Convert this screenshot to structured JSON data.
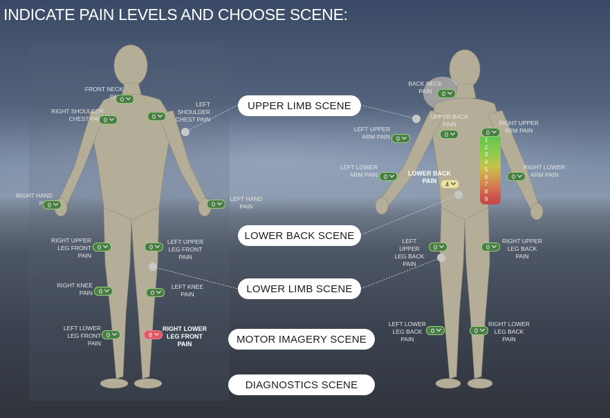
{
  "title": "INDICATE PAIN LEVELS AND CHOOSE SCENE:",
  "scene_buttons": {
    "upper_limb": "UPPER LIMB SCENE",
    "lower_back": "LOWER BACK SCENE",
    "lower_limb": "LOWER LIMB SCENE",
    "motor_imagery": "MOTOR IMAGERY SCENE",
    "diagnostics": "DIAGNOSTICS SCENE"
  },
  "front": {
    "front_neck": {
      "label1": "FRONT NECK",
      "label2": "PAIN",
      "value": "0"
    },
    "right_shoulder_chest": {
      "label1": "RIGHT SHOULDER",
      "label2": "CHEST PAIN",
      "value": "0"
    },
    "left_shoulder_chest": {
      "label1": "LEFT SHOULDER",
      "label2": "CHEST PAIN",
      "value": "0"
    },
    "right_hand": {
      "label1": "RIGHT HAND",
      "label2": "PAIN",
      "value": "0"
    },
    "left_hand": {
      "label1": "LEFT HAND",
      "label2": "PAIN",
      "value": "0"
    },
    "right_upper_leg_front": {
      "label1": "RIGHT UPPER",
      "label2": "LEG FRONT",
      "label3": "PAIN",
      "value": "0"
    },
    "left_upper_leg_front": {
      "label1": "LEFT UPPER",
      "label2": "LEG FRONT",
      "label3": "PAIN",
      "value": "0"
    },
    "right_knee": {
      "label1": "RIGHT KNEE",
      "label2": "PAIN",
      "value": "0"
    },
    "left_knee": {
      "label1": "LEFT KNEE",
      "label2": "PAIN",
      "value": "0"
    },
    "left_lower_leg_front": {
      "label1": "LEFT LOWER",
      "label2": "LEG FRONT",
      "label3": "PAIN",
      "value": "0"
    },
    "right_lower_leg_front": {
      "label1": "RIGHT LOWER",
      "label2": "LEG FRONT",
      "label3": "PAIN",
      "value": "8"
    }
  },
  "back": {
    "back_neck": {
      "label1": "BACK NECK",
      "label2": "PAIN",
      "value": "0"
    },
    "upper_back": {
      "label1": "UPPER BACK",
      "label2": "PAIN",
      "value": "0"
    },
    "left_upper_arm": {
      "label1": "LEFT  UPPER",
      "label2": "ARM PAIN",
      "value": "0"
    },
    "right_upper_arm": {
      "label1": "RIGHT  UPPER",
      "label2": "ARM PAIN",
      "value": "0"
    },
    "left_lower_arm": {
      "label1": "LEFT LOWER",
      "label2": "ARM PAIN",
      "value": "0"
    },
    "right_lower_arm": {
      "label1": "RIGHT LOWER",
      "label2": "ARM PAIN",
      "value": "0"
    },
    "lower_back": {
      "label1": "LOWER BACK",
      "label2": "PAIN",
      "value": "4"
    },
    "left_upper_leg_back": {
      "label1": "LEFT UPPER",
      "label2": "LEG BACK",
      "label3": "PAIN",
      "value": "0"
    },
    "right_upper_leg_back": {
      "label1": "RIGHT UPPER",
      "label2": "LEG BACK",
      "label3": "PAIN",
      "value": "0"
    },
    "left_lower_leg_back": {
      "label1": "LEFT LOWER",
      "label2": "LEG BACK",
      "label3": "PAIN",
      "value": "0"
    },
    "right_lower_leg_back": {
      "label1": "RIGHT LOWER",
      "label2": "LEG BACK",
      "label3": "PAIN",
      "value": "0"
    }
  },
  "pain_scale_options": [
    "1",
    "2",
    "3",
    "4",
    "5",
    "6",
    "7",
    "8",
    "9"
  ],
  "colors": {
    "dropdown_green": "#4b7e46",
    "dropdown_yellow": "#e9e2a3",
    "dropdown_red": "#e25562",
    "body": "#b4ad98"
  }
}
